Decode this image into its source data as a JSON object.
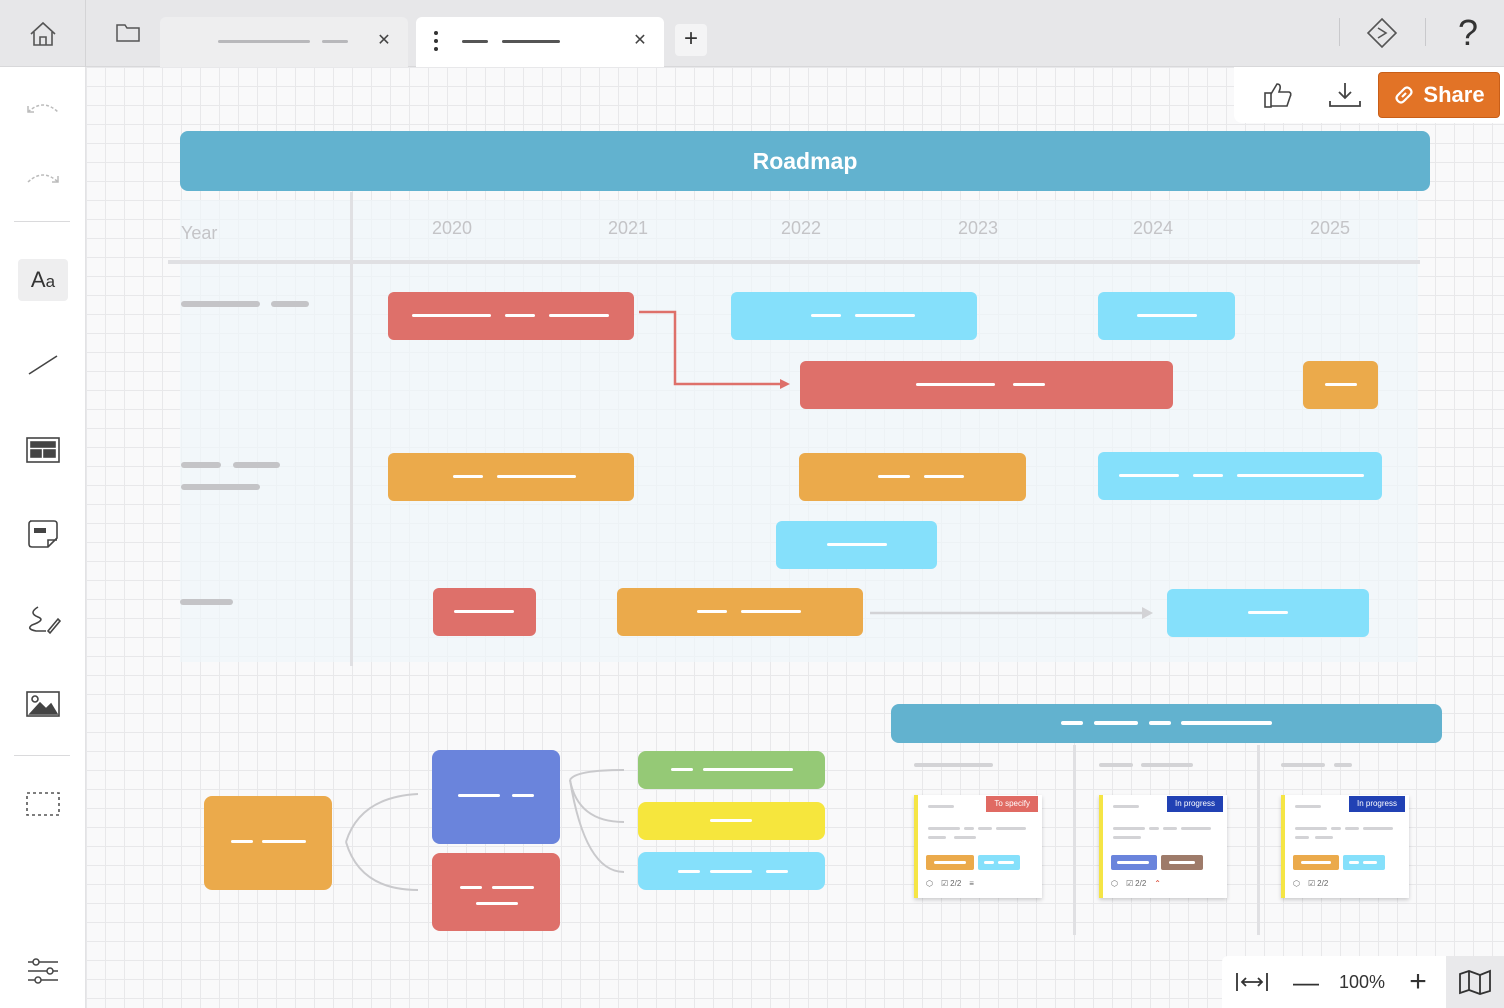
{
  "board": {
    "title": "Roadmap",
    "share_label": "Share",
    "timeline": {
      "header_label": "Year",
      "years": [
        "2020",
        "2021",
        "2022",
        "2023",
        "2024",
        "2025"
      ]
    }
  },
  "kanban": {
    "cards": [
      {
        "status": "To specify",
        "status_color": "#e06a63",
        "checklist": "2/2"
      },
      {
        "status": "In progress",
        "status_color": "#2141b4",
        "checklist": "2/2"
      },
      {
        "status": "In progress",
        "status_color": "#2141b4",
        "checklist": "2/2"
      }
    ]
  },
  "zoom": {
    "value": "100%"
  },
  "colors": {
    "accent": "#e27326",
    "header": "#62b2cf",
    "red": "#de706a",
    "cyan": "#85e0fb",
    "orange": "#ebaa4b",
    "blue": "#6a84dc",
    "green": "#95c976",
    "yellow": "#f6e63d"
  },
  "icons": {
    "home": "home-icon",
    "folder": "folder-icon",
    "present": "present-icon",
    "help": "help-icon",
    "undo": "undo-icon",
    "redo": "redo-icon",
    "text": "text-tool-icon",
    "line": "line-tool-icon",
    "template": "template-icon",
    "sticky": "sticky-note-icon",
    "pen": "pen-icon",
    "image": "image-icon",
    "frame": "frame-icon",
    "settings": "settings-sliders-icon",
    "like": "thumbs-up-icon",
    "download": "download-icon",
    "link": "link-icon",
    "fit": "fit-width-icon",
    "map": "map-icon"
  }
}
